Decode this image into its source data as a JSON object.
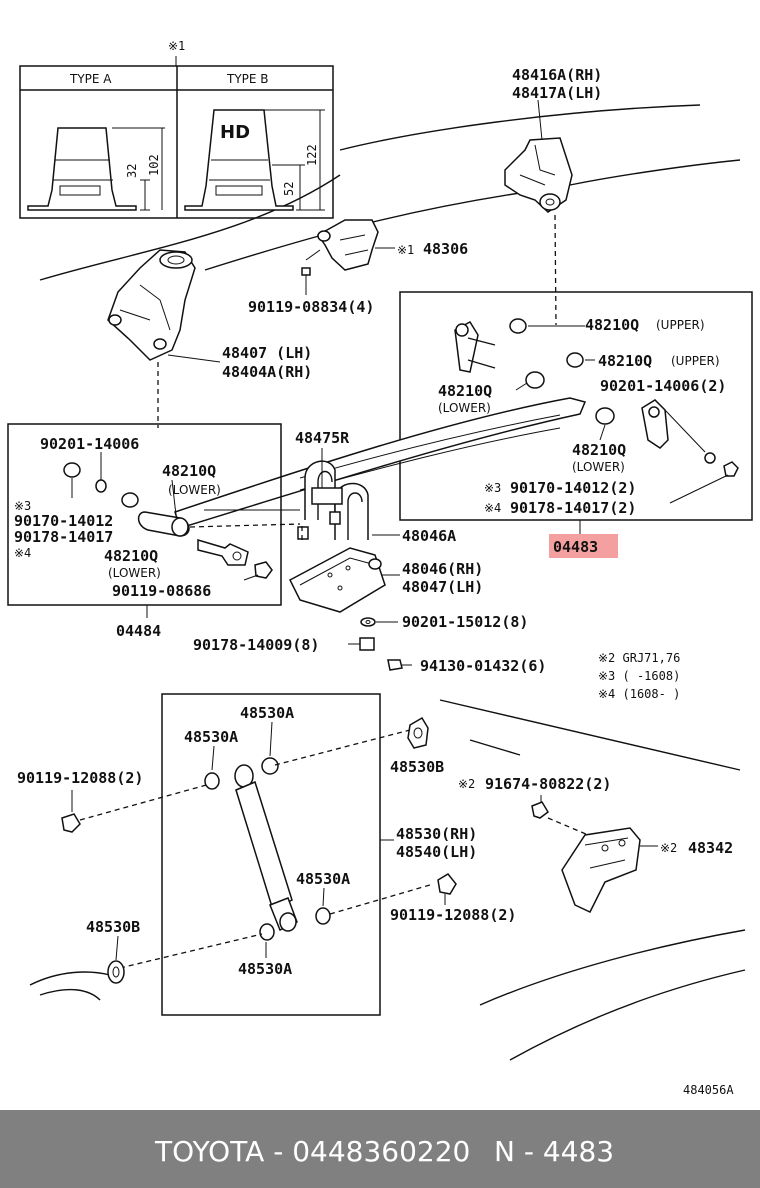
{
  "ref_top": "※1",
  "type_a": {
    "title": "TYPE A",
    "dim_small": "32",
    "dim_large": "102"
  },
  "type_b": {
    "title": "TYPE B",
    "mark": "HD",
    "dim_small": "52",
    "dim_large": "122"
  },
  "labels": {
    "p48416_rh": "48416A(RH)",
    "p48417_lh": "48417A(LH)",
    "ref1": "※1",
    "p48306": "48306",
    "p90119_08834": "90119-08834(4)",
    "p48407": "48407  (LH)",
    "p48404": "48404A(RH)",
    "p48210_upper1": "48210Q",
    "upper1": "(UPPER)",
    "p48210_upper2": "48210Q",
    "upper2": "(UPPER)",
    "p48210_lower_a": "48210Q",
    "lower_a": "(LOWER)",
    "p90201_14006_2": "90201-14006(2)",
    "p48210_lower_b": "48210Q",
    "lower_b": "(LOWER)",
    "ref3_r": "※3",
    "p90170_14012_2": "90170-14012(2)",
    "ref4_r": "※4",
    "p90178_14017_2": "90178-14017(2)",
    "p04483": "04483",
    "p48475": "48475R",
    "p48046a": "48046A",
    "p48046_rh": "48046(RH)",
    "p48047_lh": "48047(LH)",
    "p90201_14006": "90201-14006",
    "p48210_lower_c": "48210Q",
    "lower_c": "(LOWER)",
    "ref3_l": "※3",
    "p90170_14012": "90170-14012",
    "p90178_14017": "90178-14017",
    "ref4_l": "※4",
    "p48210_lower_d": "48210Q",
    "lower_d": "(LOWER)",
    "p90119_08686": "90119-08686",
    "p04484": "04484",
    "p90201_15012": "90201-15012(8)",
    "p90178_14009": "90178-14009(8)",
    "p94130_01432": "94130-01432(6)",
    "note2": "※2 GRJ71,76",
    "note3": "※3 (      -1608)",
    "note4": "※4 (1608-      )",
    "p48530a_1": "48530A",
    "p48530a_2": "48530A",
    "p48530b_1": "48530B",
    "p90119_12088_l": "90119-12088(2)",
    "ref2_a": "※2",
    "p91674_80822": "91674-80822(2)",
    "p48530_rh": "48530(RH)",
    "p48540_lh": "48540(LH)",
    "ref2_b": "※2",
    "p48342": "48342",
    "p48530a_3": "48530A",
    "p90119_12088_r": "90119-12088(2)",
    "p48530b_2": "48530B",
    "p48530a_4": "48530A",
    "fig_code": "484056A"
  },
  "highlight_color": "#f4a0a0",
  "footer": {
    "brand": "TOYOTA - 0448360220",
    "ref": "N - 4483"
  }
}
